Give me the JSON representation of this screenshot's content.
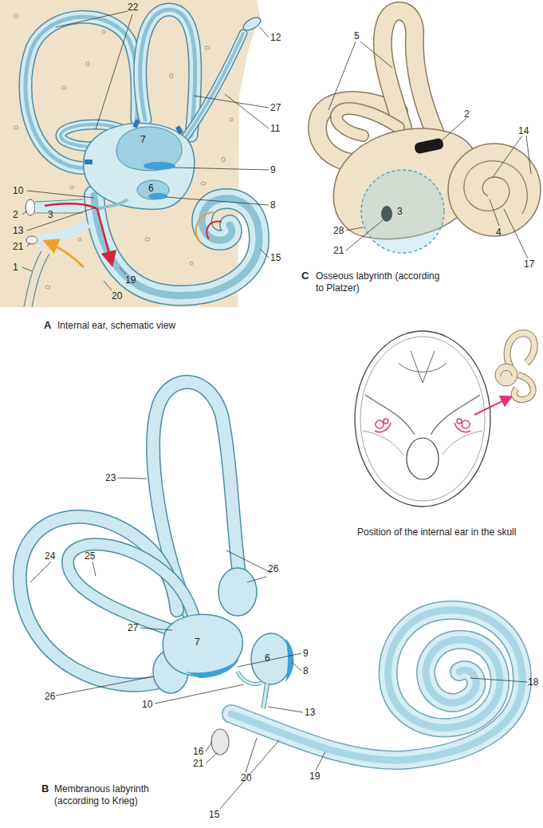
{
  "diagram": {
    "labels": [
      "22",
      "12",
      "27",
      "11",
      "7",
      "9",
      "10",
      "2",
      "3",
      "6",
      "8",
      "13",
      "21",
      "1",
      "19",
      "15",
      "20",
      "A",
      "Internal ear, schematic view",
      "5",
      "2",
      "14",
      "3",
      "28",
      "21",
      "4",
      "17",
      "C",
      "Osseous labyrinth (according to Platzer)",
      "Position of the internal ear in the skull",
      "23",
      "24",
      "25",
      "26",
      "27",
      "7",
      "26",
      "9",
      "6",
      "8",
      "10",
      "13",
      "18",
      "16",
      "21",
      "20",
      "19",
      "15",
      "B",
      "Membranous labyrinth (according to Krieg)"
    ]
  }
}
